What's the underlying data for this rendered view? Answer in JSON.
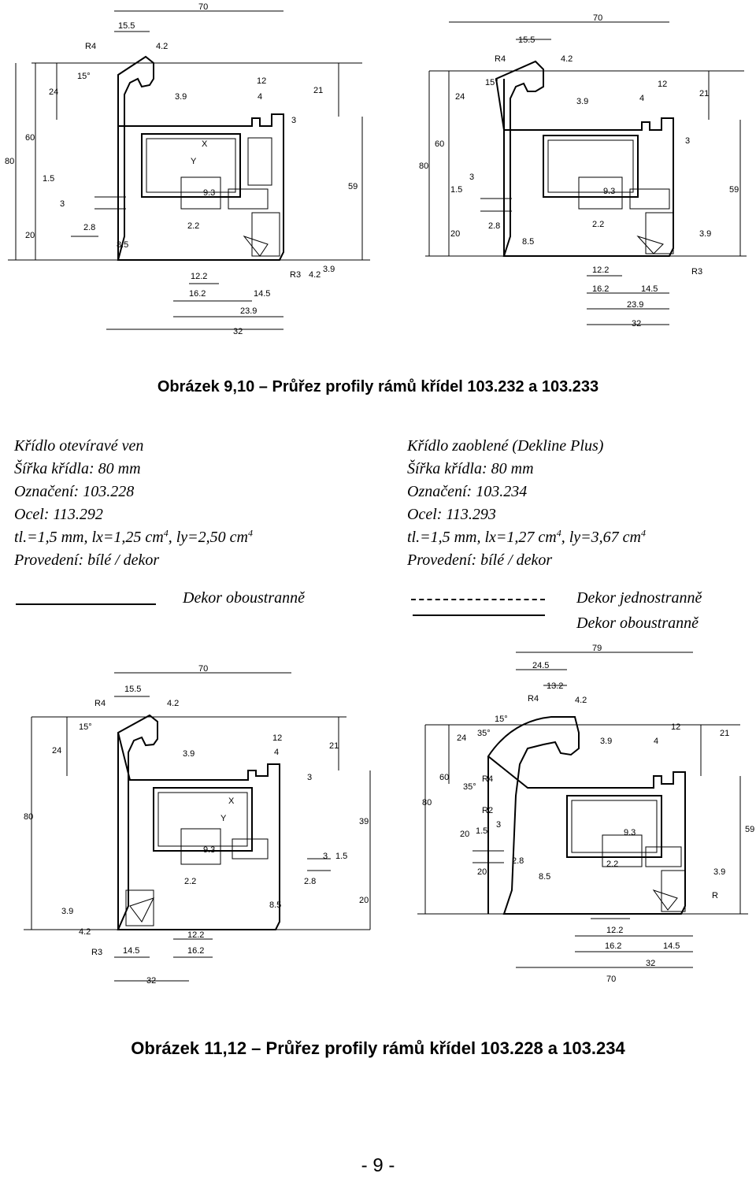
{
  "figure_top": {
    "left": {
      "dims": [
        "70",
        "15.5",
        "R4",
        "4.2",
        "15°",
        "12",
        "4",
        "3.9",
        "21",
        "24",
        "60",
        "80",
        "3",
        "1.5",
        "3",
        "20",
        "2.8",
        "8.5",
        "59",
        "2.2",
        "9.3",
        "12.2",
        "16.2",
        "14.5",
        "23.9",
        "32",
        "R3",
        "4.2",
        "3.9",
        "X",
        "Y"
      ]
    },
    "right": {
      "dims": [
        "70",
        "15.5",
        "R4",
        "4.2",
        "15°",
        "12",
        "4",
        "3.9",
        "21",
        "24",
        "60",
        "80",
        "3",
        "1.5",
        "3",
        "20",
        "2.8",
        "8.5",
        "59",
        "2.2",
        "9.3",
        "12.2",
        "16.2",
        "14.5",
        "23.9",
        "32",
        "R3",
        "3.9"
      ]
    }
  },
  "caption_top": "Obrázek 9,10 – Průřez profily rámů křídel 103.232 a 103.233",
  "spec_left": {
    "line1": "Křídlo otevíravé ven",
    "line2": "Šířka křídla: 80 mm",
    "line3": "Označení: 103.228",
    "line4": "Ocel:  113.292",
    "line5_pre": "tl.=1,5 mm, lx=1,25 cm",
    "line5_exp1": "4",
    "line5_mid": ", ly=2,50 cm",
    "line5_exp2": "4",
    "line6": "Provedení: bílé / dekor",
    "legend_solid": "Dekor oboustranně"
  },
  "spec_right": {
    "line1": "Křídlo zaoblené (Dekline Plus)",
    "line2": "Šířka křídla: 80 mm",
    "line3": "Označení: 103.234",
    "line4": "Ocel: 113.293",
    "line5_pre": "tl.=1,5 mm, lx=1,27 cm",
    "line5_exp1": "4",
    "line5_mid": ", ly=3,67 cm",
    "line5_exp2": "4",
    "line6": "Provedení: bílé / dekor",
    "legend_dashed": "Dekor  jednostranně",
    "legend_solid": "Dekor oboustranně"
  },
  "figure_bottom": {
    "left": {
      "dims": [
        "70",
        "15.5",
        "R4",
        "4.2",
        "15°",
        "12",
        "4",
        "3.9",
        "21",
        "24",
        "3",
        "80",
        "39",
        "3",
        "1.5",
        "2.8",
        "8.5",
        "20",
        "3.9",
        "4.2",
        "R3",
        "14.5",
        "12.2",
        "16.2",
        "32",
        "2.2",
        "9.3",
        "X",
        "Y"
      ]
    },
    "right": {
      "dims": [
        "79",
        "24.5",
        "13.2",
        "R4",
        "4.2",
        "15°",
        "35°",
        "12",
        "4",
        "3.9",
        "21",
        "24",
        "35°",
        "R4",
        "R2",
        "60",
        "80",
        "20",
        "1.5",
        "3",
        "20",
        "2.8",
        "8.5",
        "59",
        "2.2",
        "9.3",
        "3.9",
        "R",
        "12.2",
        "16.2",
        "14.5",
        "32",
        "70"
      ]
    }
  },
  "caption_bottom": "Obrázek 11,12 – Průřez profily rámů křídel 103.228 a 103.234",
  "page_number": "- 9 -"
}
